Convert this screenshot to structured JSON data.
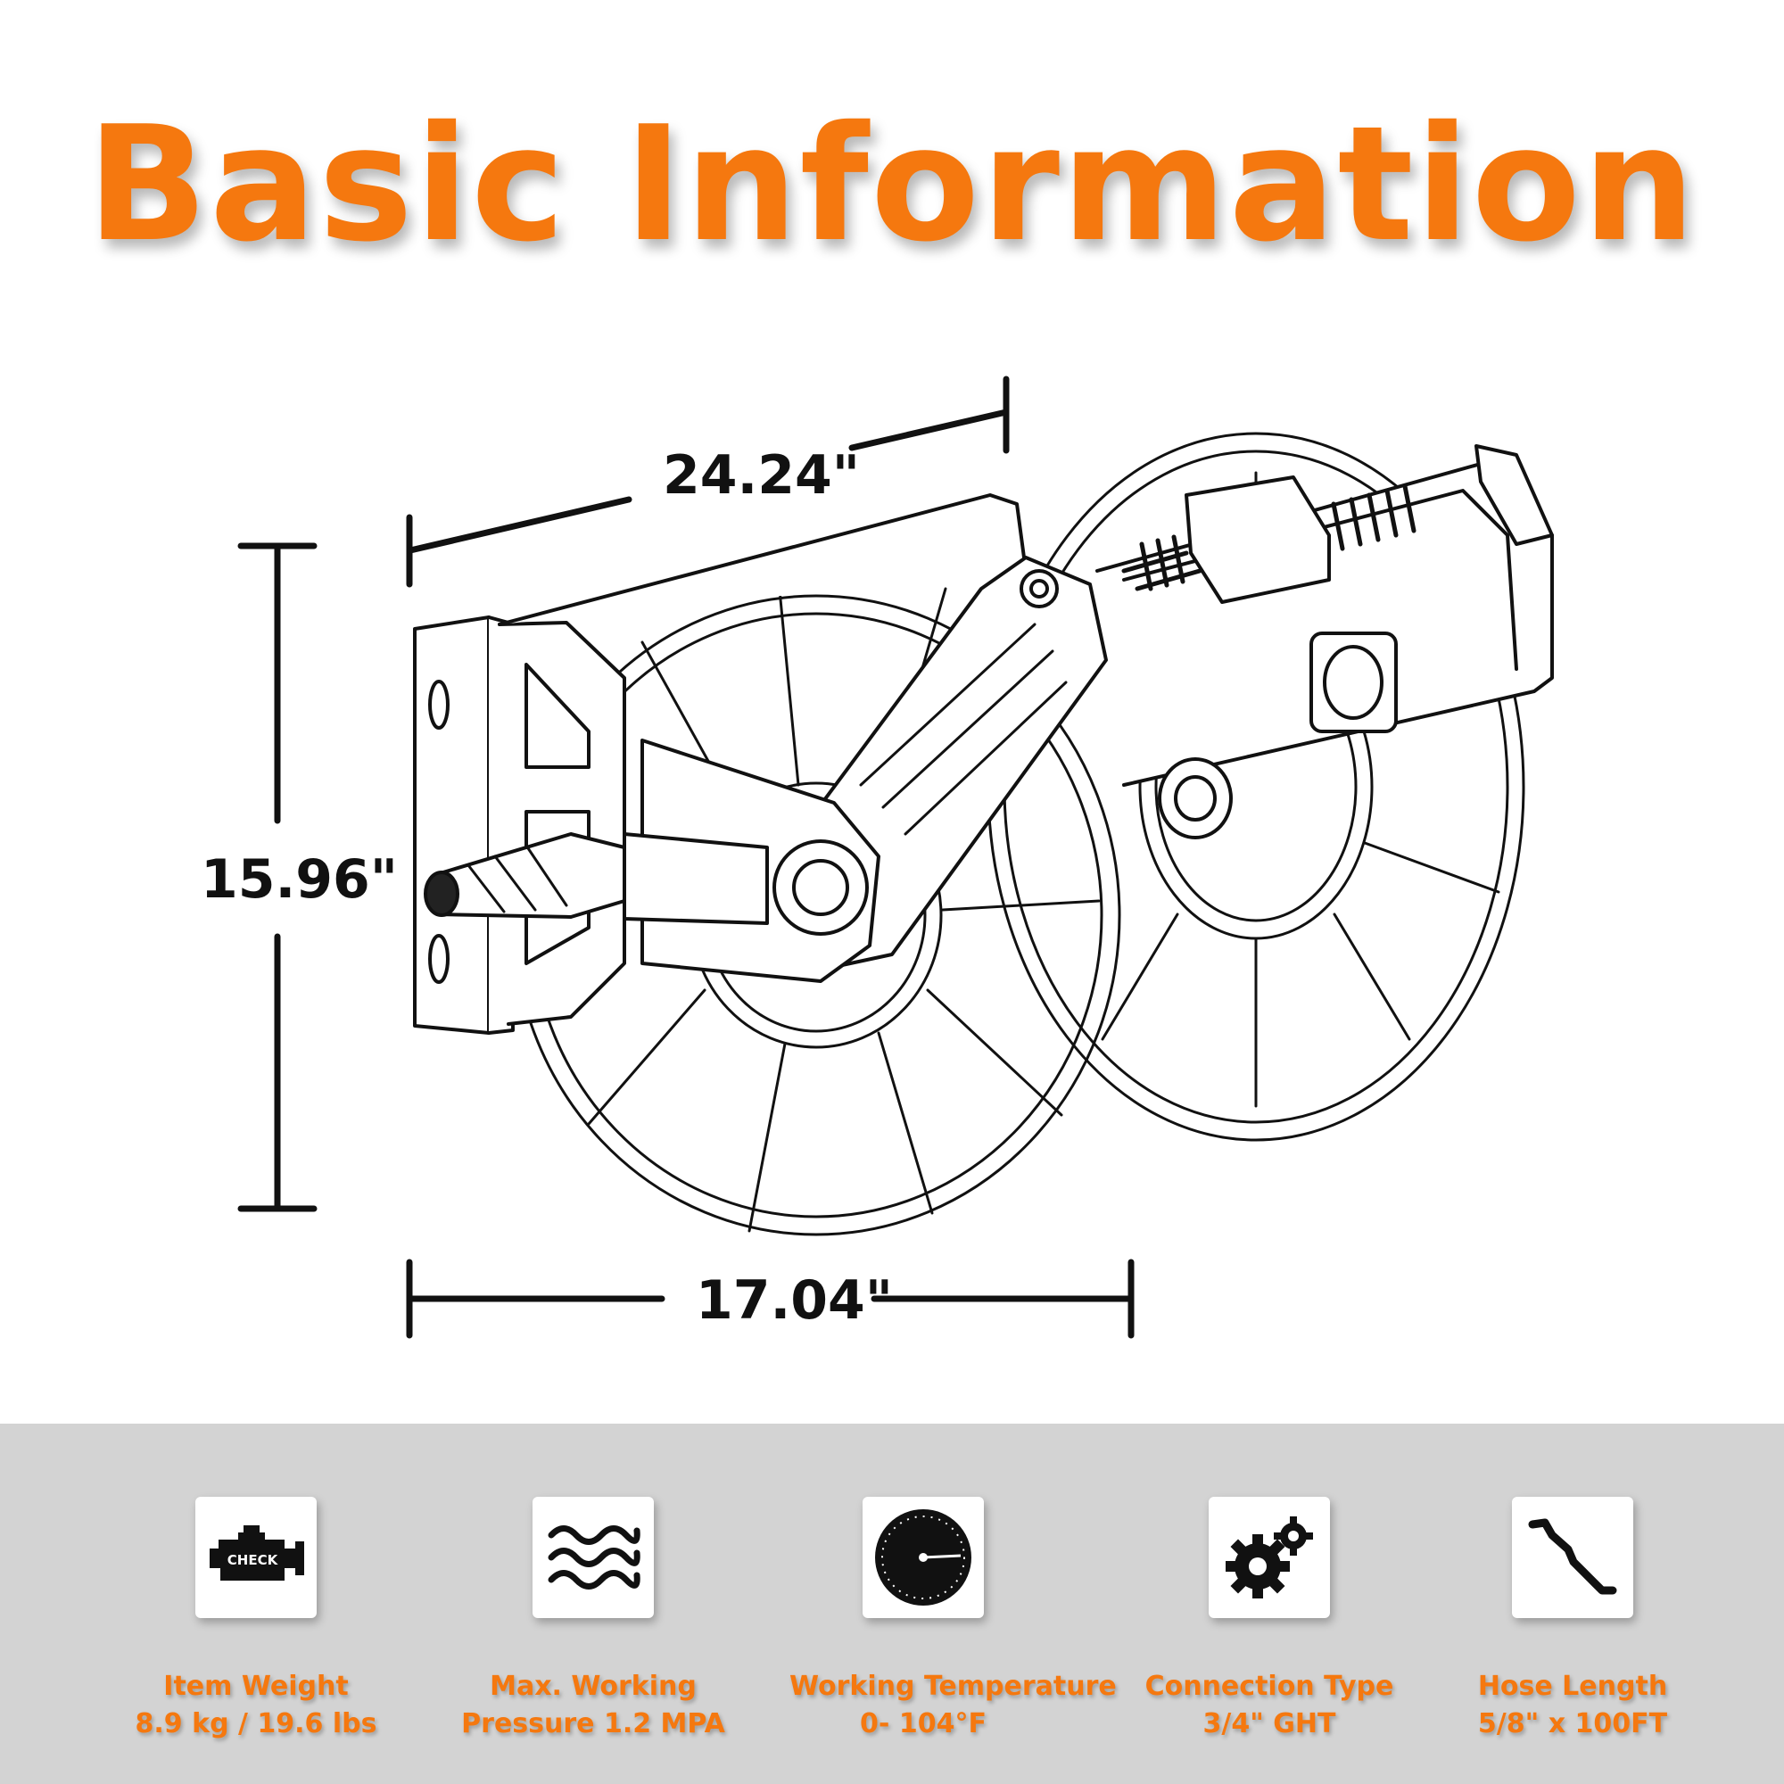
{
  "title": "Basic Information",
  "dimensions": {
    "depth": "24.24\"",
    "height": "15.96\"",
    "width": "17.04\""
  },
  "colors": {
    "accent": "#f5780f",
    "band": "#d3d3d3"
  },
  "specs": [
    {
      "icon": "engine-check-icon",
      "icon_text": "CHECK",
      "label": "Item Weight",
      "value": "8.9 kg / 19.6 lbs"
    },
    {
      "icon": "waves-icon",
      "label": "Max. Working",
      "value": "Pressure  1.2 MPA"
    },
    {
      "icon": "gauge-icon",
      "label": "Working Temperature",
      "value": "0- 104°F"
    },
    {
      "icon": "gears-icon",
      "label": "Connection Type",
      "value": "3/4\" GHT"
    },
    {
      "icon": "hose-icon",
      "label": "Hose Length",
      "value": "5/8\" x 100FT"
    }
  ]
}
